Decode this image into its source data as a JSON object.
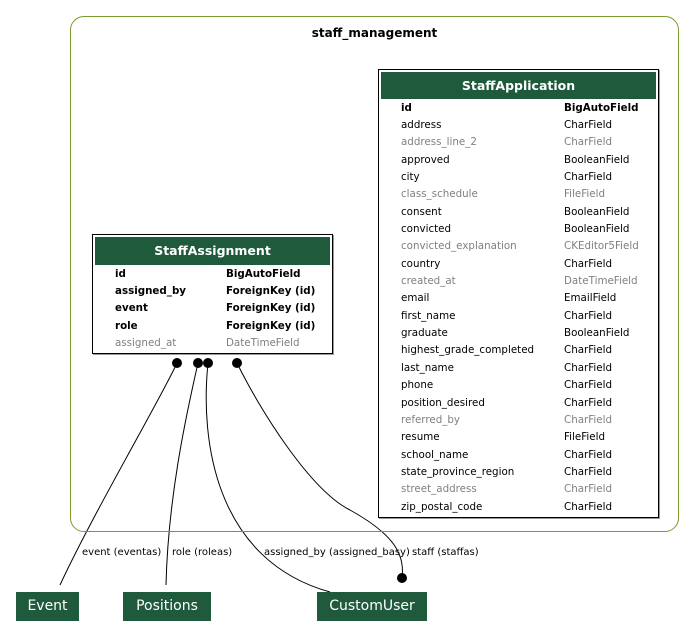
{
  "cluster": {
    "title": "staff_management"
  },
  "staff_assignment": {
    "title": "StaffAssignment",
    "fields": [
      {
        "name": "id",
        "type": "BigAutoField",
        "style": "pk"
      },
      {
        "name": "assigned_by",
        "type": "ForeignKey (id)",
        "style": "fk"
      },
      {
        "name": "event",
        "type": "ForeignKey (id)",
        "style": "fk"
      },
      {
        "name": "role",
        "type": "ForeignKey (id)",
        "style": "fk"
      },
      {
        "name": "assigned_at",
        "type": "DateTimeField",
        "style": "blank"
      }
    ]
  },
  "staff_application": {
    "title": "StaffApplication",
    "fields": [
      {
        "name": "id",
        "type": "BigAutoField",
        "style": "pk"
      },
      {
        "name": "address",
        "type": "CharField",
        "style": "normal"
      },
      {
        "name": "address_line_2",
        "type": "CharField",
        "style": "blank"
      },
      {
        "name": "approved",
        "type": "BooleanField",
        "style": "normal"
      },
      {
        "name": "city",
        "type": "CharField",
        "style": "normal"
      },
      {
        "name": "class_schedule",
        "type": "FileField",
        "style": "blank"
      },
      {
        "name": "consent",
        "type": "BooleanField",
        "style": "normal"
      },
      {
        "name": "convicted",
        "type": "BooleanField",
        "style": "normal"
      },
      {
        "name": "convicted_explanation",
        "type": "CKEditor5Field",
        "style": "blank"
      },
      {
        "name": "country",
        "type": "CharField",
        "style": "normal"
      },
      {
        "name": "created_at",
        "type": "DateTimeField",
        "style": "blank"
      },
      {
        "name": "email",
        "type": "EmailField",
        "style": "normal"
      },
      {
        "name": "first_name",
        "type": "CharField",
        "style": "normal"
      },
      {
        "name": "graduate",
        "type": "BooleanField",
        "style": "normal"
      },
      {
        "name": "highest_grade_completed",
        "type": "CharField",
        "style": "normal"
      },
      {
        "name": "last_name",
        "type": "CharField",
        "style": "normal"
      },
      {
        "name": "phone",
        "type": "CharField",
        "style": "normal"
      },
      {
        "name": "position_desired",
        "type": "CharField",
        "style": "normal"
      },
      {
        "name": "referred_by",
        "type": "CharField",
        "style": "blank"
      },
      {
        "name": "resume",
        "type": "FileField",
        "style": "normal"
      },
      {
        "name": "school_name",
        "type": "CharField",
        "style": "normal"
      },
      {
        "name": "state_province_region",
        "type": "CharField",
        "style": "normal"
      },
      {
        "name": "street_address",
        "type": "CharField",
        "style": "blank"
      },
      {
        "name": "zip_postal_code",
        "type": "CharField",
        "style": "normal"
      }
    ]
  },
  "external_models": {
    "event": "Event",
    "positions": "Positions",
    "custom_user": "CustomUser"
  },
  "relations": {
    "event": "event (eventas)",
    "role": "role (roleas)",
    "assigned_by": "assigned_by (assigned_basy)",
    "staff": "staff (staffas)"
  },
  "colors": {
    "header_fill": "#1f5a3c",
    "cluster_border": "#7b9a2b",
    "blank_field_text": "#808080"
  }
}
